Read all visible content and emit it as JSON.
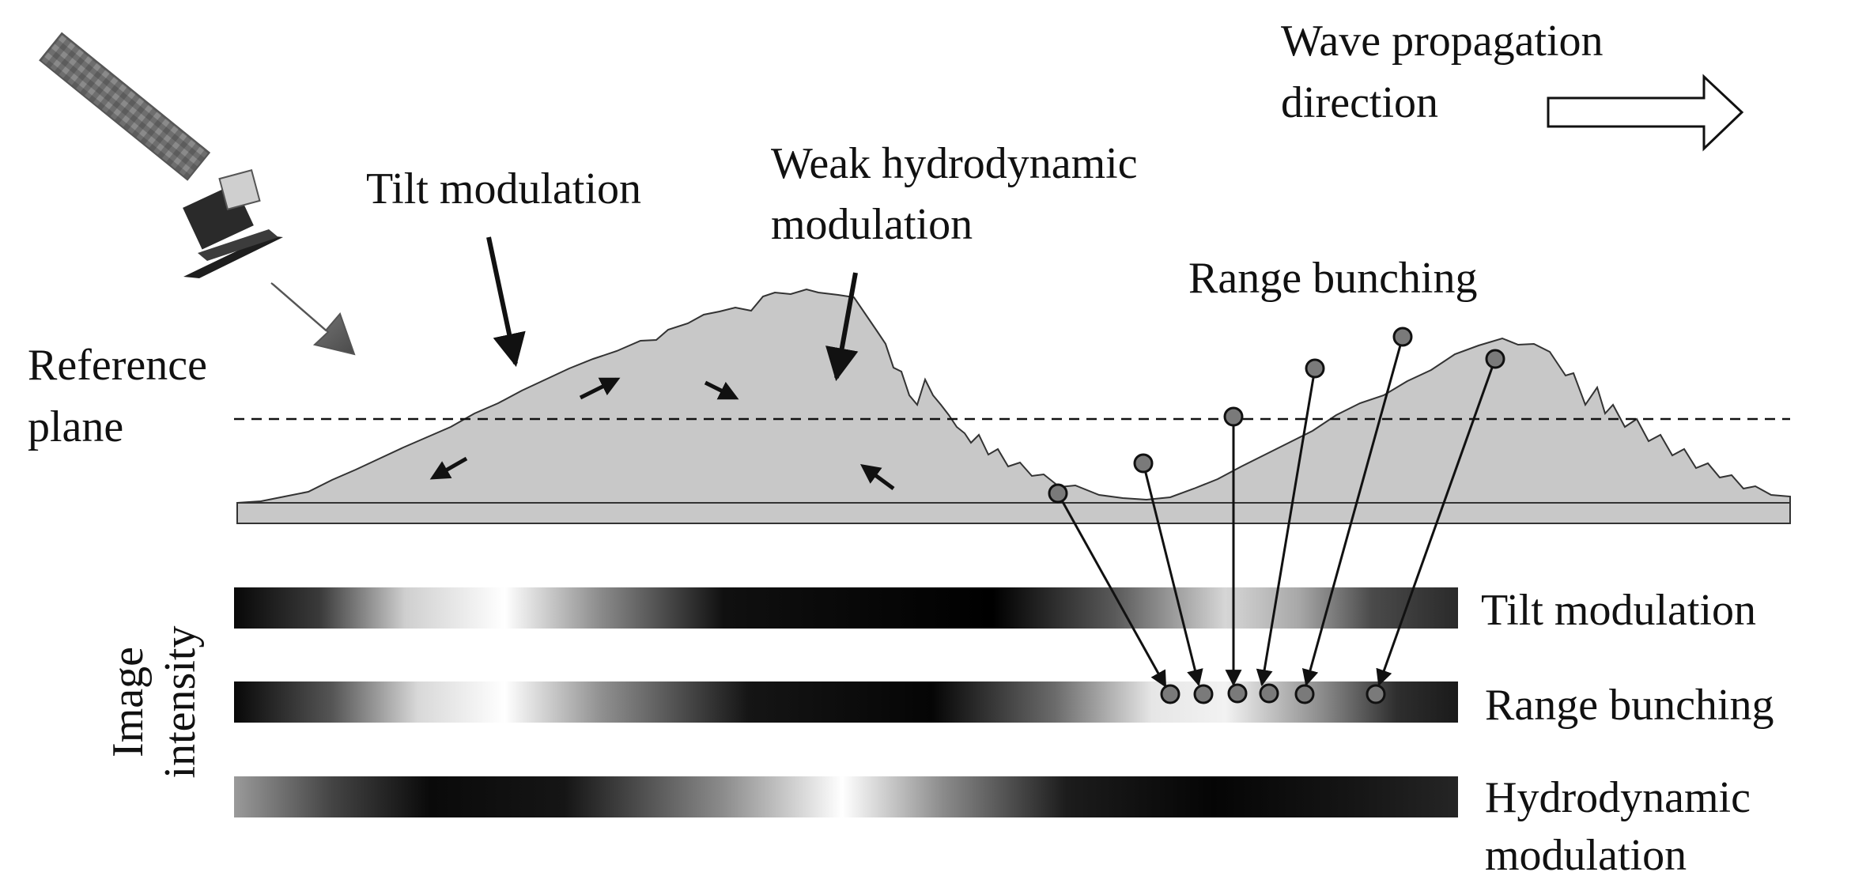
{
  "labels": {
    "wave_line1": "Wave propagation",
    "wave_line2": "direction",
    "tilt_mod": "Tilt modulation",
    "weak_line1": "Weak hydrodynamic",
    "weak_line2": "modulation",
    "range_bunching": "Range bunching",
    "reference_line1": "Reference",
    "reference_line2": "plane",
    "intensity_line1": "Image",
    "intensity_line2": "intensity"
  },
  "strips": [
    {
      "name": "Tilt modulation"
    },
    {
      "name": "Range bunching"
    },
    {
      "name": "Hydrodynamic",
      "name_line2": "modulation"
    }
  ],
  "colors": {
    "wave_fill": "#c8c8c8",
    "outline": "#333333",
    "point_fill": "#7a7a7a"
  },
  "icons": {
    "satellite": "satellite-icon",
    "radar_beam": "radar-beam-arrow-icon",
    "wave_direction": "wave-direction-arrow-icon"
  }
}
